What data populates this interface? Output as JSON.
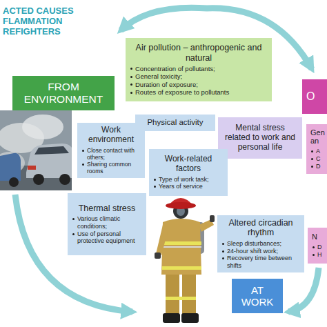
{
  "diagram": {
    "title": "ACTED CAUSES FLAMMATION REFIGHTERS",
    "nodes": [
      {
        "text": [
          "Air pollution – anthropogenic and natural",
          "Concentration of pollutants;",
          "General toxicity;",
          "Duration of exposure;",
          "Routes of exposure to pollutants"
        ]
      },
      {
        "text": [
          "FROM ENVIRONMENT"
        ]
      },
      {
        "text": [
          "O"
        ]
      },
      {
        "text": [
          "Physical activity"
        ]
      },
      {
        "text": [
          "Mental stress related to work and personal life"
        ]
      },
      {
        "text": [
          "Work environment",
          "Close contact with others;",
          "Sharing common rooms"
        ]
      },
      {
        "text": [
          "Gen an",
          "A",
          "C",
          "D"
        ]
      },
      {
        "text": [
          "Work-related factors",
          "Type of work task;",
          "Years of service"
        ]
      },
      {
        "text": [
          "Thermal stress",
          "Various climatic conditions;",
          "Use of personal protective equipment"
        ]
      },
      {
        "text": [
          "Altered circadian rhythm",
          "Sleep disturbances;",
          "24-hour shift work;",
          "Recovery time between shifts"
        ]
      },
      {
        "text": [
          "N",
          "D",
          "H"
        ]
      },
      {
        "text": [
          "AT WORK"
        ]
      }
    ]
  }
}
